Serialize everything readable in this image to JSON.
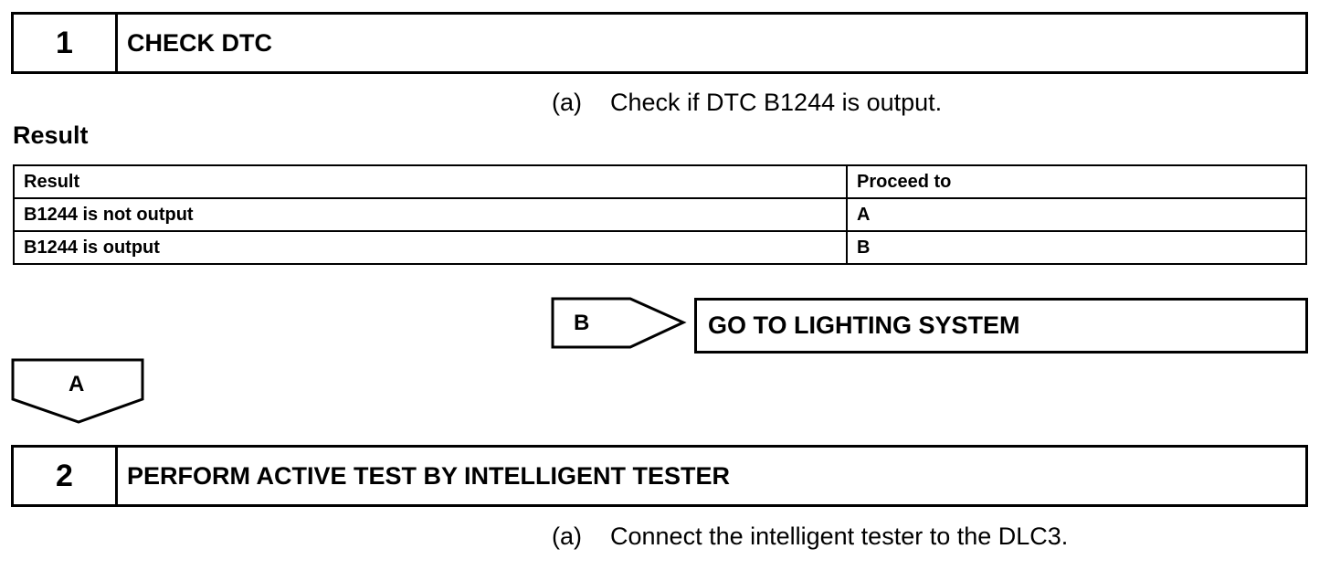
{
  "step1": {
    "number": "1",
    "title": "CHECK DTC"
  },
  "step1_instruction": {
    "mark": "(a)",
    "text": "Check if DTC B1244 is output."
  },
  "result_heading": "Result",
  "result_table": {
    "headers": [
      "Result",
      "Proceed to"
    ],
    "rows": [
      [
        "B1244 is not output",
        "A"
      ],
      [
        "B1244 is output",
        "B"
      ]
    ]
  },
  "branch_b": {
    "label": "B",
    "destination": "GO TO LIGHTING SYSTEM"
  },
  "branch_a": {
    "label": "A"
  },
  "step2": {
    "number": "2",
    "title": "PERFORM ACTIVE TEST BY INTELLIGENT TESTER"
  },
  "step2_instruction": {
    "mark": "(a)",
    "text": "Connect the intelligent tester to the DLC3."
  }
}
